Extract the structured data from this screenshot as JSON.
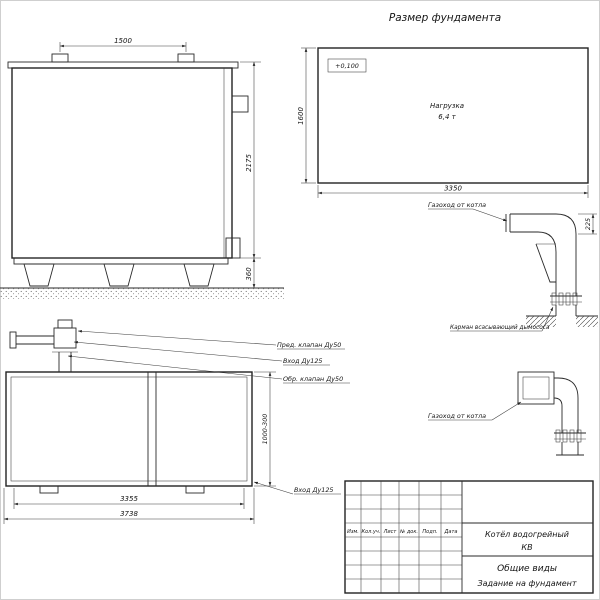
{
  "page": {
    "title": "Размер фундамента"
  },
  "foundation": {
    "elevation": "+0,100",
    "load_line1": "Нагрузка",
    "load_line2": "6,4 т",
    "dim_height": "1600",
    "dim_width": "3350"
  },
  "side_view": {
    "dim_top": "1500",
    "dim_height": "2175",
    "dim_base": "360"
  },
  "flue_upper": {
    "label": "Газоход от котла",
    "dim": "225",
    "pocket_label": "Карман всасывающий дымососа"
  },
  "flue_lower": {
    "label": "Газоход от котла"
  },
  "plan_view": {
    "label_safety_valve": "Пред. клапан Ду50",
    "label_inlet_top": "Вход Ду125",
    "label_check_valve": "Обр. клапан Ду50",
    "label_inlet_bottom": "Вход Ду125",
    "dim_depth": "1000-300",
    "dim_inner": "3355",
    "dim_outer": "3738"
  },
  "title_block": {
    "col_headers": [
      "Изм.",
      "Кол.уч.",
      "Лист",
      "№ док.",
      "Подп.",
      "Дата"
    ],
    "product_line1": "Котёл водогрейный",
    "product_line2": "КВ",
    "doc_line1": "Общие виды",
    "doc_line2": "Задание на фундамент"
  }
}
